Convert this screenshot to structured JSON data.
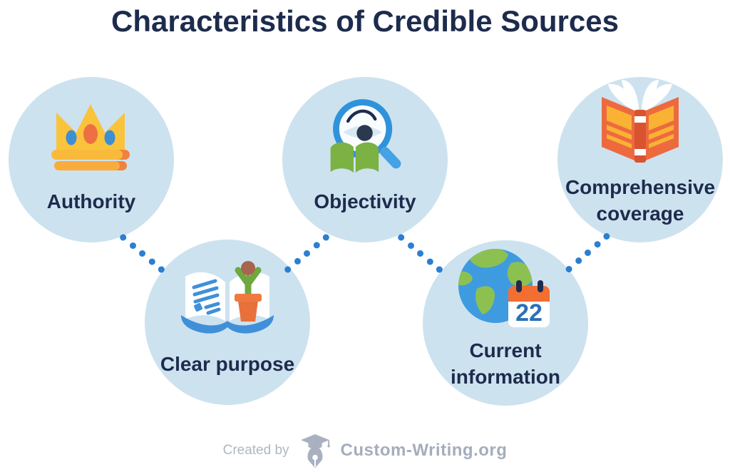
{
  "title": "Characteristics of Credible Sources",
  "items": [
    {
      "label": "Authority",
      "icon": "crown-icon"
    },
    {
      "label": "Clear purpose",
      "icon": "open-book-plant-icon"
    },
    {
      "label": "Objectivity",
      "icon": "magnifier-eye-book-icon"
    },
    {
      "label": "Current information",
      "icon": "globe-calendar-icon",
      "calendar_day": "22"
    },
    {
      "label": "Comprehensive coverage",
      "icon": "standing-open-book-icon"
    }
  ],
  "connectors": {
    "count": 4,
    "dots_per_connector": 5,
    "dot_color": "#2b7fd0"
  },
  "footer": {
    "created_by_label": "Created by",
    "brand_name": "Custom-Writing.org"
  },
  "colors": {
    "page_background": "#ffffff",
    "bubble_fill": "#cde2ef",
    "heading_text": "#1d2b4d",
    "connector_dot": "#2b7fd0",
    "footer_text": "#a9b1c0",
    "crown_gold": "#f9c33c",
    "gem_orange": "#ee7042",
    "gem_blue": "#3e8ed3",
    "book_blue": "#3f90d9",
    "pot_orange": "#e8713b",
    "plant_green": "#6fa83f",
    "magnifier_blue": "#2f93dc",
    "leaf_green": "#7cb143",
    "ocean_blue": "#3e9be0",
    "continent_green": "#8cc152",
    "calendar_orange": "#f26e31",
    "calendar_day_blue": "#2a70b8",
    "cover_orange": "#ed6a3f",
    "spine_orange": "#d9532f",
    "panel_amber": "#f9b233"
  }
}
